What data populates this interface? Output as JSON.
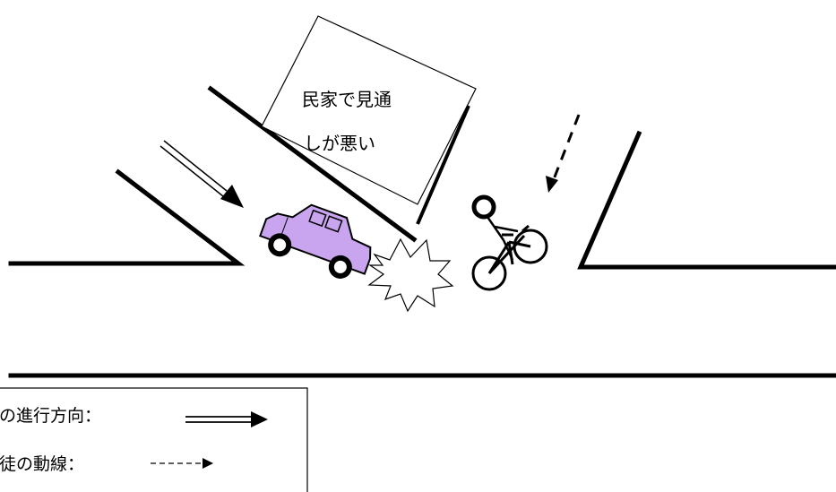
{
  "house": {
    "line1": "民家で見通",
    "line2": "しが悪い"
  },
  "legend": {
    "vehicle_label": "車の進行方向：",
    "student_label": "生徒の動線："
  },
  "colors": {
    "car_body": "#c9a5f0",
    "car_outline": "#000000",
    "road_line": "#000000",
    "background": "#ffffff"
  },
  "icons": [
    "house",
    "car-icon",
    "bicycle-icon",
    "collision-burst-icon",
    "double-arrow-icon",
    "dashed-arrow-icon"
  ]
}
